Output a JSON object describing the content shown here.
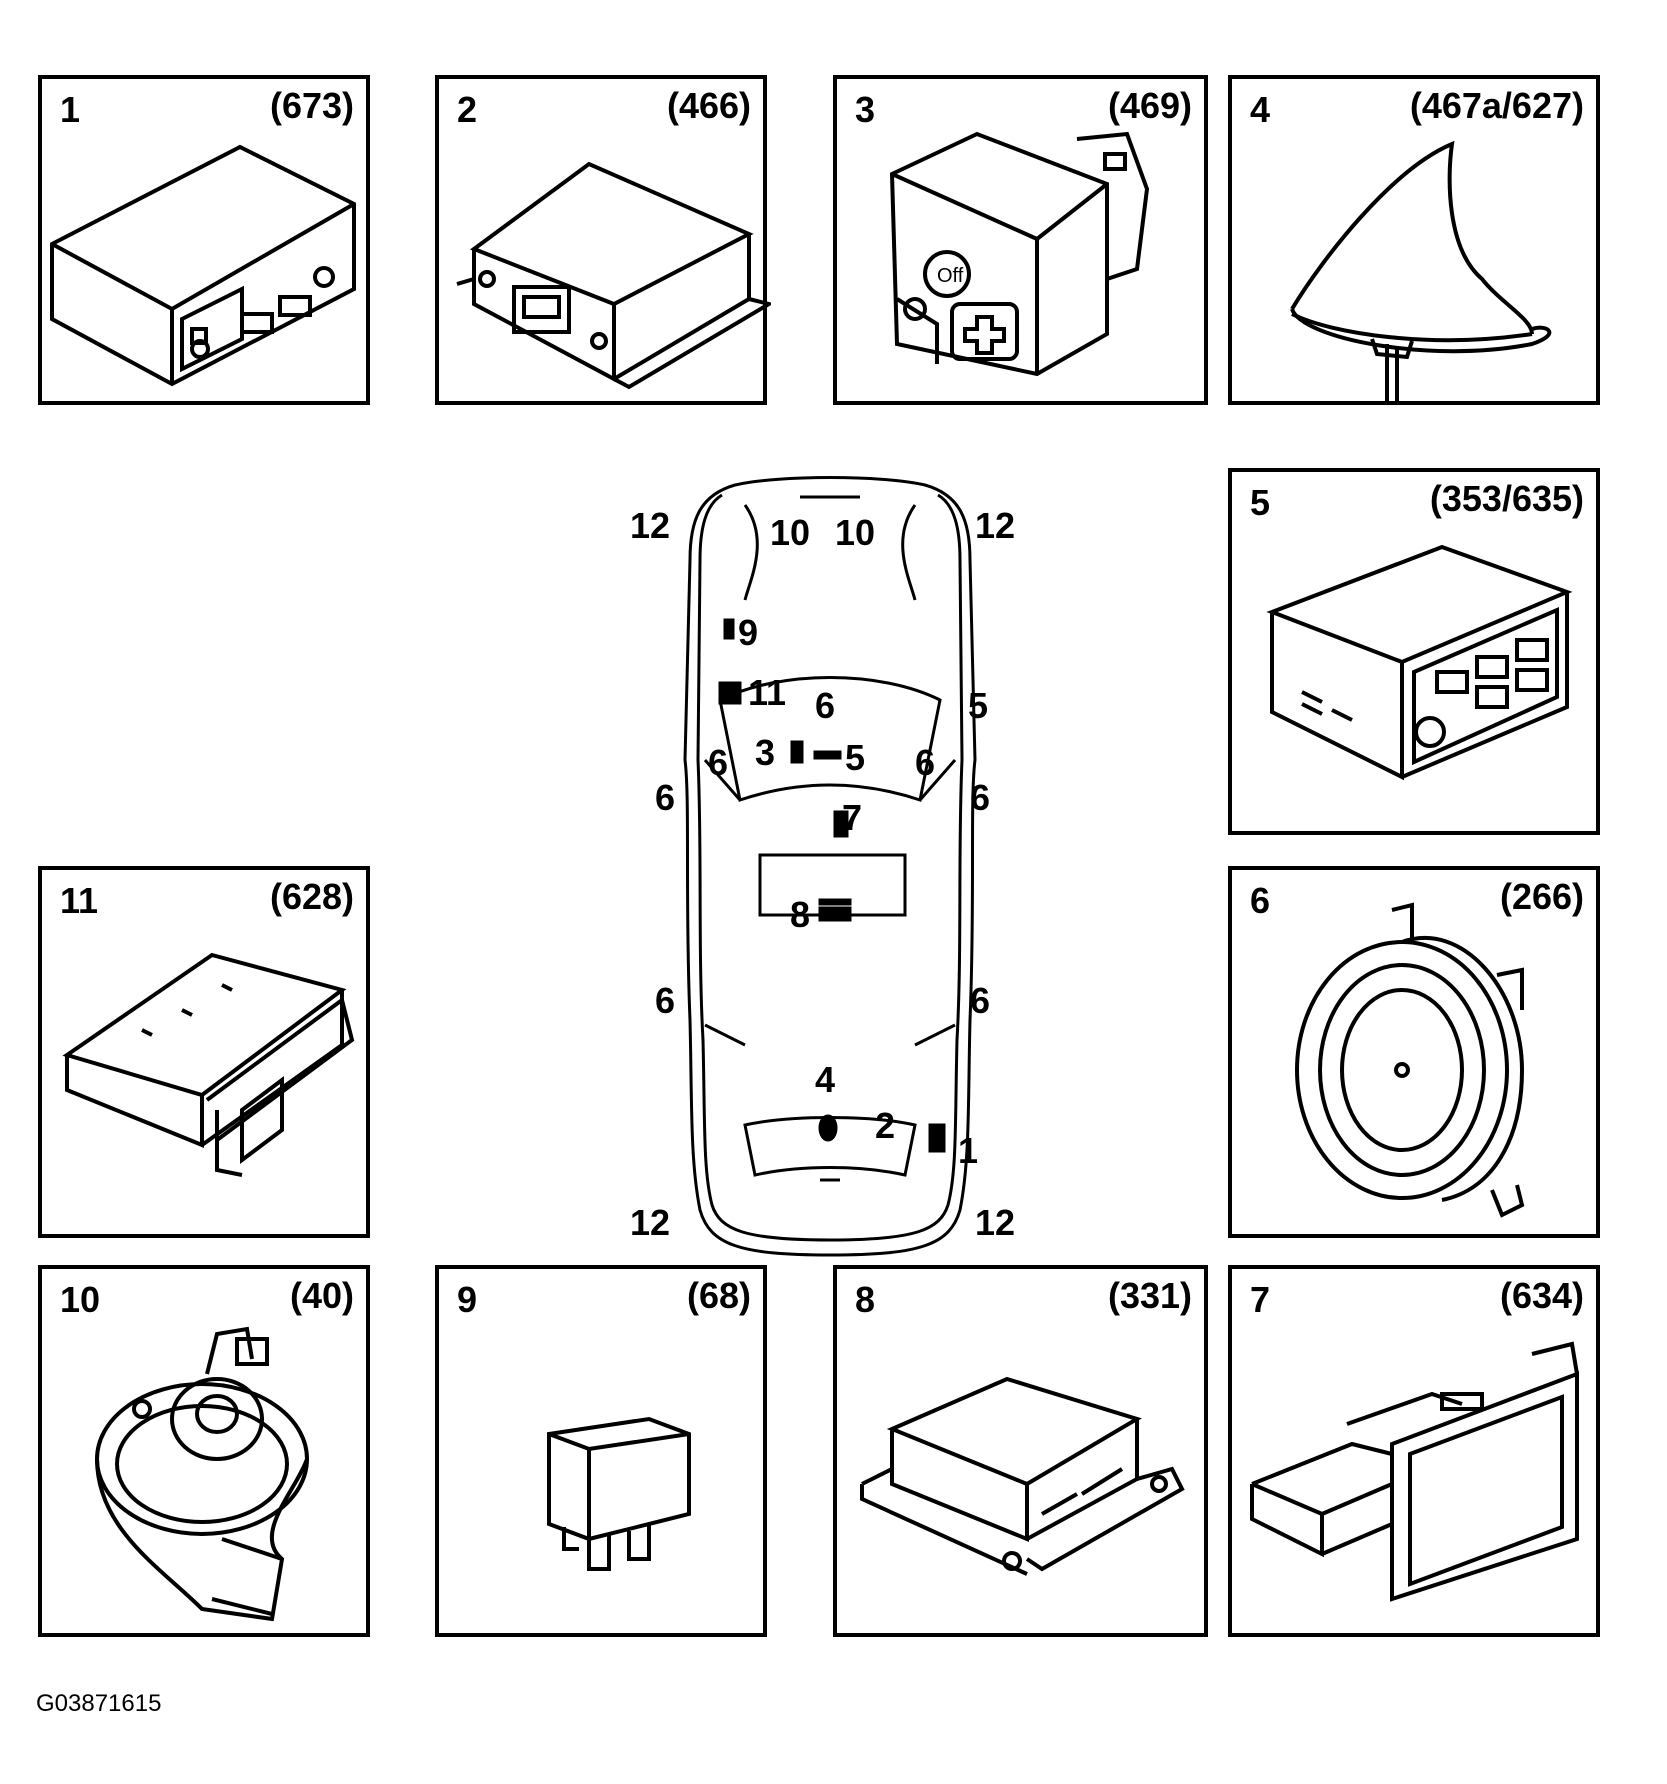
{
  "figure_id": "G03871615",
  "panels": [
    {
      "number": "1",
      "code": "(673)",
      "component": "module-box-icon"
    },
    {
      "number": "2",
      "code": "(466)",
      "component": "control-unit-icon"
    },
    {
      "number": "3",
      "code": "(469)",
      "component": "switch-module-icon"
    },
    {
      "number": "4",
      "code": "(467a/627)",
      "component": "shark-fin-antenna-icon"
    },
    {
      "number": "5",
      "code": "(353/635)",
      "component": "radio-unit-icon"
    },
    {
      "number": "6",
      "code": "(266)",
      "component": "speaker-icon"
    },
    {
      "number": "7",
      "code": "(634)",
      "component": "display-icon"
    },
    {
      "number": "8",
      "code": "(331)",
      "component": "airbag-module-icon"
    },
    {
      "number": "9",
      "code": "(68)",
      "component": "relay-icon"
    },
    {
      "number": "10",
      "code": "(40)",
      "component": "horn-icon"
    },
    {
      "number": "11",
      "code": "(628)",
      "component": "cd-changer-icon"
    }
  ],
  "car_labels": {
    "front_left_corner": "12",
    "front_right_corner": "12",
    "horn_left": "10",
    "horn_right": "10",
    "relay": "9",
    "cd_changer": "11",
    "speaker_center": "6",
    "speaker_front_left_upper": "6",
    "speaker_front_right_upper": "6",
    "side_5": "5",
    "switch_3": "3",
    "radio_5": "5",
    "speaker_door_fl": "6",
    "speaker_door_fr": "6",
    "display_7": "7",
    "airbag_8": "8",
    "speaker_rear_l": "6",
    "speaker_rear_r": "6",
    "antenna_4": "4",
    "unit_2": "2",
    "module_1": "1",
    "rear_left_corner": "12",
    "rear_right_corner": "12"
  }
}
